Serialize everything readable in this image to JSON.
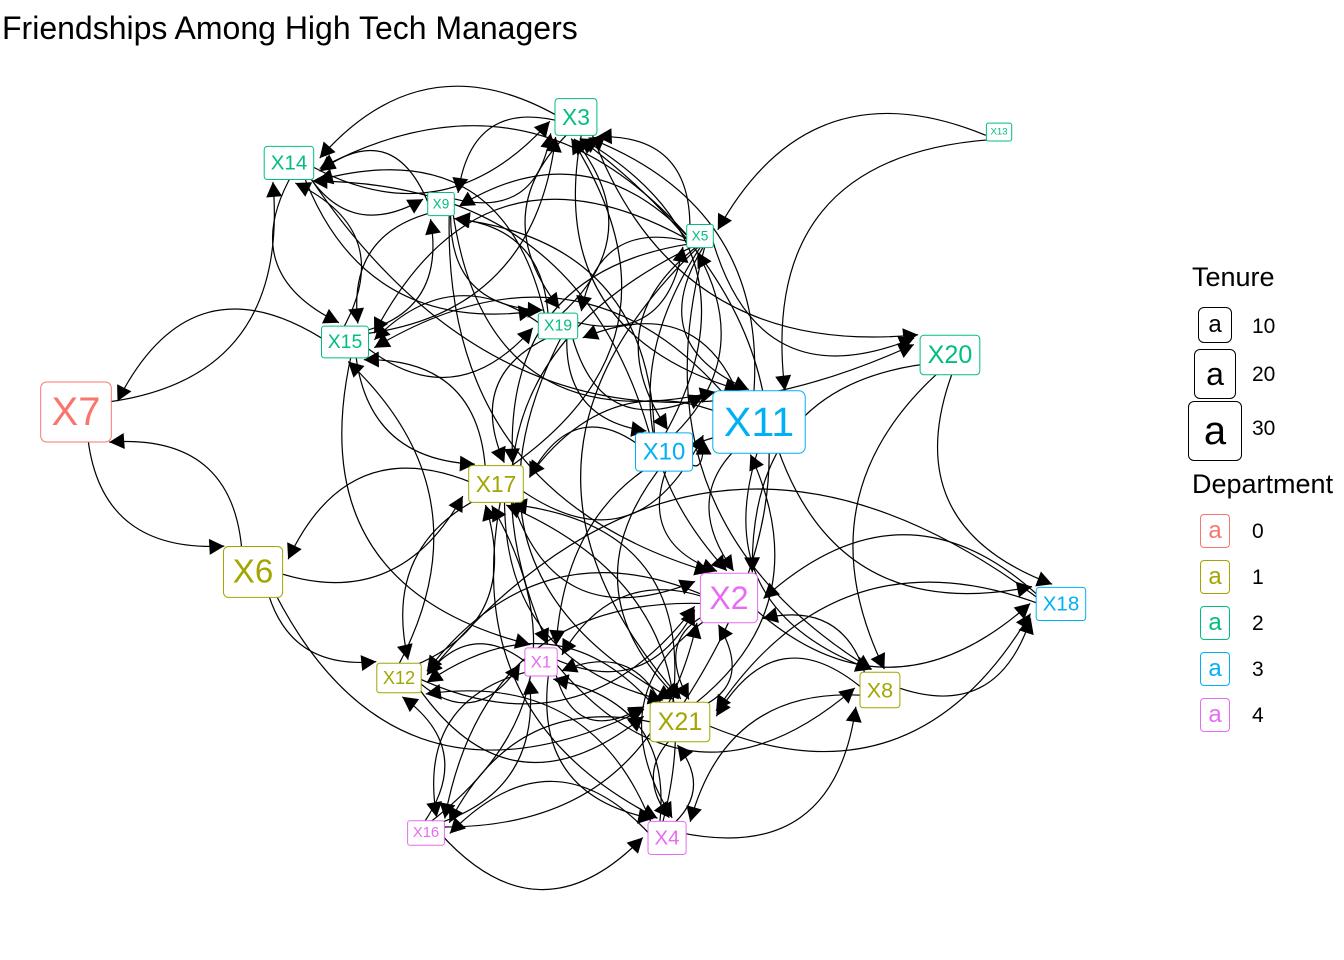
{
  "title": "Friendships Among High Tech Managers",
  "legend": {
    "tenure_title": "Tenure",
    "tenure_items": [
      {
        "label": "10",
        "key": "a"
      },
      {
        "label": "20",
        "key": "a"
      },
      {
        "label": "30",
        "key": "a"
      }
    ],
    "department_title": "Department",
    "department_items": [
      {
        "label": "0",
        "key": "a",
        "color": "#F8766D"
      },
      {
        "label": "1",
        "key": "a",
        "color": "#A3A500"
      },
      {
        "label": "2",
        "key": "a",
        "color": "#00BF7D"
      },
      {
        "label": "3",
        "key": "a",
        "color": "#00B0F6"
      },
      {
        "label": "4",
        "key": "a",
        "color": "#E76BF3"
      }
    ]
  },
  "nodes": [
    {
      "id": "X1",
      "department": 4,
      "tenure": 7
    },
    {
      "id": "X2",
      "department": 4,
      "tenure": 20
    },
    {
      "id": "X3",
      "department": 2,
      "tenure": 12
    },
    {
      "id": "X4",
      "department": 4,
      "tenure": 10
    },
    {
      "id": "X5",
      "department": 2,
      "tenure": 4
    },
    {
      "id": "X6",
      "department": 1,
      "tenure": 21
    },
    {
      "id": "X7",
      "department": 0,
      "tenure": 27
    },
    {
      "id": "X8",
      "department": 1,
      "tenure": 11
    },
    {
      "id": "X9",
      "department": 2,
      "tenure": 4
    },
    {
      "id": "X10",
      "department": 3,
      "tenure": 13
    },
    {
      "id": "X11",
      "department": 3,
      "tenure": 28
    },
    {
      "id": "X12",
      "department": 1,
      "tenure": 8
    },
    {
      "id": "X13",
      "department": 2,
      "tenure": 0.5
    },
    {
      "id": "X14",
      "department": 2,
      "tenure": 10
    },
    {
      "id": "X15",
      "department": 2,
      "tenure": 9
    },
    {
      "id": "X16",
      "department": 4,
      "tenure": 5
    },
    {
      "id": "X17",
      "department": 1,
      "tenure": 12
    },
    {
      "id": "X18",
      "department": 3,
      "tenure": 10
    },
    {
      "id": "X19",
      "department": 2,
      "tenure": 6
    },
    {
      "id": "X20",
      "department": 2,
      "tenure": 14
    },
    {
      "id": "X21",
      "department": 1,
      "tenure": 14
    }
  ],
  "edges": [
    [
      "X1",
      "X2"
    ],
    [
      "X1",
      "X4"
    ],
    [
      "X1",
      "X8"
    ],
    [
      "X1",
      "X12"
    ],
    [
      "X1",
      "X16"
    ],
    [
      "X1",
      "X21"
    ],
    [
      "X2",
      "X1"
    ],
    [
      "X2",
      "X18"
    ],
    [
      "X2",
      "X21"
    ],
    [
      "X2",
      "X12"
    ],
    [
      "X2",
      "X16"
    ],
    [
      "X2",
      "X4"
    ],
    [
      "X3",
      "X14"
    ],
    [
      "X3",
      "X19"
    ],
    [
      "X3",
      "X9"
    ],
    [
      "X3",
      "X20"
    ],
    [
      "X3",
      "X11"
    ],
    [
      "X4",
      "X8"
    ],
    [
      "X4",
      "X12"
    ],
    [
      "X4",
      "X17"
    ],
    [
      "X4",
      "X16"
    ],
    [
      "X4",
      "X21"
    ],
    [
      "X4",
      "X1"
    ],
    [
      "X5",
      "X1"
    ],
    [
      "X5",
      "X2"
    ],
    [
      "X5",
      "X3"
    ],
    [
      "X5",
      "X11"
    ],
    [
      "X5",
      "X14"
    ],
    [
      "X5",
      "X19"
    ],
    [
      "X5",
      "X20"
    ],
    [
      "X5",
      "X8"
    ],
    [
      "X5",
      "X17"
    ],
    [
      "X5",
      "X21"
    ],
    [
      "X5",
      "X9"
    ],
    [
      "X5",
      "X10"
    ],
    [
      "X5",
      "X15"
    ],
    [
      "X6",
      "X17"
    ],
    [
      "X6",
      "X7"
    ],
    [
      "X6",
      "X21"
    ],
    [
      "X6",
      "X12"
    ],
    [
      "X7",
      "X6"
    ],
    [
      "X7",
      "X14"
    ],
    [
      "X8",
      "X4"
    ],
    [
      "X8",
      "X18"
    ],
    [
      "X8",
      "X21"
    ],
    [
      "X8",
      "X2"
    ],
    [
      "X9",
      "X3"
    ],
    [
      "X9",
      "X14"
    ],
    [
      "X9",
      "X15"
    ],
    [
      "X9",
      "X19"
    ],
    [
      "X9",
      "X11"
    ],
    [
      "X9",
      "X2"
    ],
    [
      "X10",
      "X2"
    ],
    [
      "X10",
      "X3"
    ],
    [
      "X10",
      "X5"
    ],
    [
      "X10",
      "X9"
    ],
    [
      "X10",
      "X11"
    ],
    [
      "X10",
      "X14"
    ],
    [
      "X10",
      "X21"
    ],
    [
      "X10",
      "X17"
    ],
    [
      "X11",
      "X1"
    ],
    [
      "X11",
      "X2"
    ],
    [
      "X11",
      "X8"
    ],
    [
      "X11",
      "X17"
    ],
    [
      "X11",
      "X18"
    ],
    [
      "X11",
      "X19"
    ],
    [
      "X11",
      "X3"
    ],
    [
      "X11",
      "X15"
    ],
    [
      "X12",
      "X1"
    ],
    [
      "X12",
      "X15"
    ],
    [
      "X12",
      "X17"
    ],
    [
      "X12",
      "X21"
    ],
    [
      "X12",
      "X2"
    ],
    [
      "X13",
      "X5"
    ],
    [
      "X13",
      "X11"
    ],
    [
      "X14",
      "X3"
    ],
    [
      "X14",
      "X9"
    ],
    [
      "X14",
      "X15"
    ],
    [
      "X14",
      "X19"
    ],
    [
      "X14",
      "X20"
    ],
    [
      "X15",
      "X1"
    ],
    [
      "X15",
      "X3"
    ],
    [
      "X15",
      "X9"
    ],
    [
      "X15",
      "X14"
    ],
    [
      "X15",
      "X17"
    ],
    [
      "X15",
      "X19"
    ],
    [
      "X15",
      "X7"
    ],
    [
      "X16",
      "X1"
    ],
    [
      "X16",
      "X12"
    ],
    [
      "X16",
      "X4"
    ],
    [
      "X16",
      "X2"
    ],
    [
      "X16",
      "X17"
    ],
    [
      "X17",
      "X2"
    ],
    [
      "X17",
      "X4"
    ],
    [
      "X17",
      "X6"
    ],
    [
      "X17",
      "X11"
    ],
    [
      "X17",
      "X21"
    ],
    [
      "X17",
      "X15"
    ],
    [
      "X17",
      "X3"
    ],
    [
      "X17",
      "X12"
    ],
    [
      "X18",
      "X2"
    ],
    [
      "X18",
      "X12"
    ],
    [
      "X18",
      "X21"
    ],
    [
      "X19",
      "X3"
    ],
    [
      "X19",
      "X5"
    ],
    [
      "X19",
      "X9"
    ],
    [
      "X19",
      "X11"
    ],
    [
      "X19",
      "X14"
    ],
    [
      "X19",
      "X15"
    ],
    [
      "X19",
      "X17"
    ],
    [
      "X19",
      "X21"
    ],
    [
      "X19",
      "X10"
    ],
    [
      "X20",
      "X2"
    ],
    [
      "X20",
      "X18"
    ],
    [
      "X20",
      "X8"
    ],
    [
      "X21",
      "X1"
    ],
    [
      "X21",
      "X2"
    ],
    [
      "X21",
      "X4"
    ],
    [
      "X21",
      "X12"
    ],
    [
      "X21",
      "X17"
    ],
    [
      "X21",
      "X11"
    ],
    [
      "X21",
      "X18"
    ],
    [
      "X21",
      "X3"
    ],
    [
      "X21",
      "X16"
    ]
  ]
}
